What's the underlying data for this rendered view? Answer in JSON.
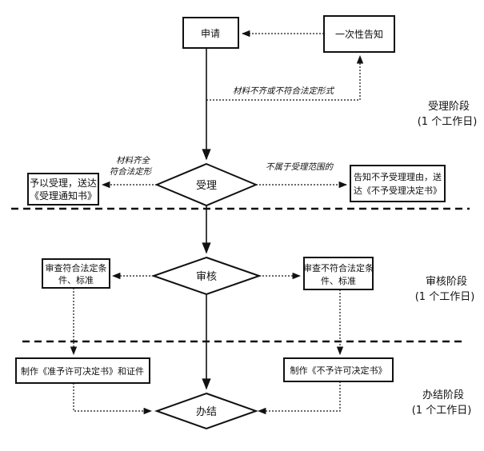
{
  "nodes": {
    "apply": "申请",
    "one_time_notice": "一次性告知",
    "accept": "受理",
    "accept_yes": {
      "line1": "予以受理，送达",
      "line2": "《受理通知书》"
    },
    "accept_no": {
      "line1": "告知不予受理理由，送",
      "line2": "达《不予受理决定书》"
    },
    "review": "审核",
    "review_pass": {
      "line1": "审查符合法定条",
      "line2": "件、标准"
    },
    "review_fail": {
      "line1": "审查不符合法定条",
      "line2": "件、标准"
    },
    "make_permit": "制作《准予许可决定书》和证件",
    "make_denial": "制作《不予许可决定书》",
    "complete": "办结"
  },
  "edge_labels": {
    "materials_incomplete": "材料不齐或不符合法定形式",
    "materials_complete": {
      "line1": "材料齐全",
      "line2": "符合法定形"
    },
    "out_of_scope": "不属于受理范围的"
  },
  "stages": {
    "accept": {
      "name": "受理阶段",
      "duration": "(1 个工作日)"
    },
    "review": {
      "name": "审核阶段",
      "duration": "(1 个工作日)"
    },
    "complete": {
      "name": "办结阶段",
      "duration": "(1 个工作日)"
    }
  },
  "colors": {
    "line": "#111111",
    "background": "#ffffff"
  }
}
